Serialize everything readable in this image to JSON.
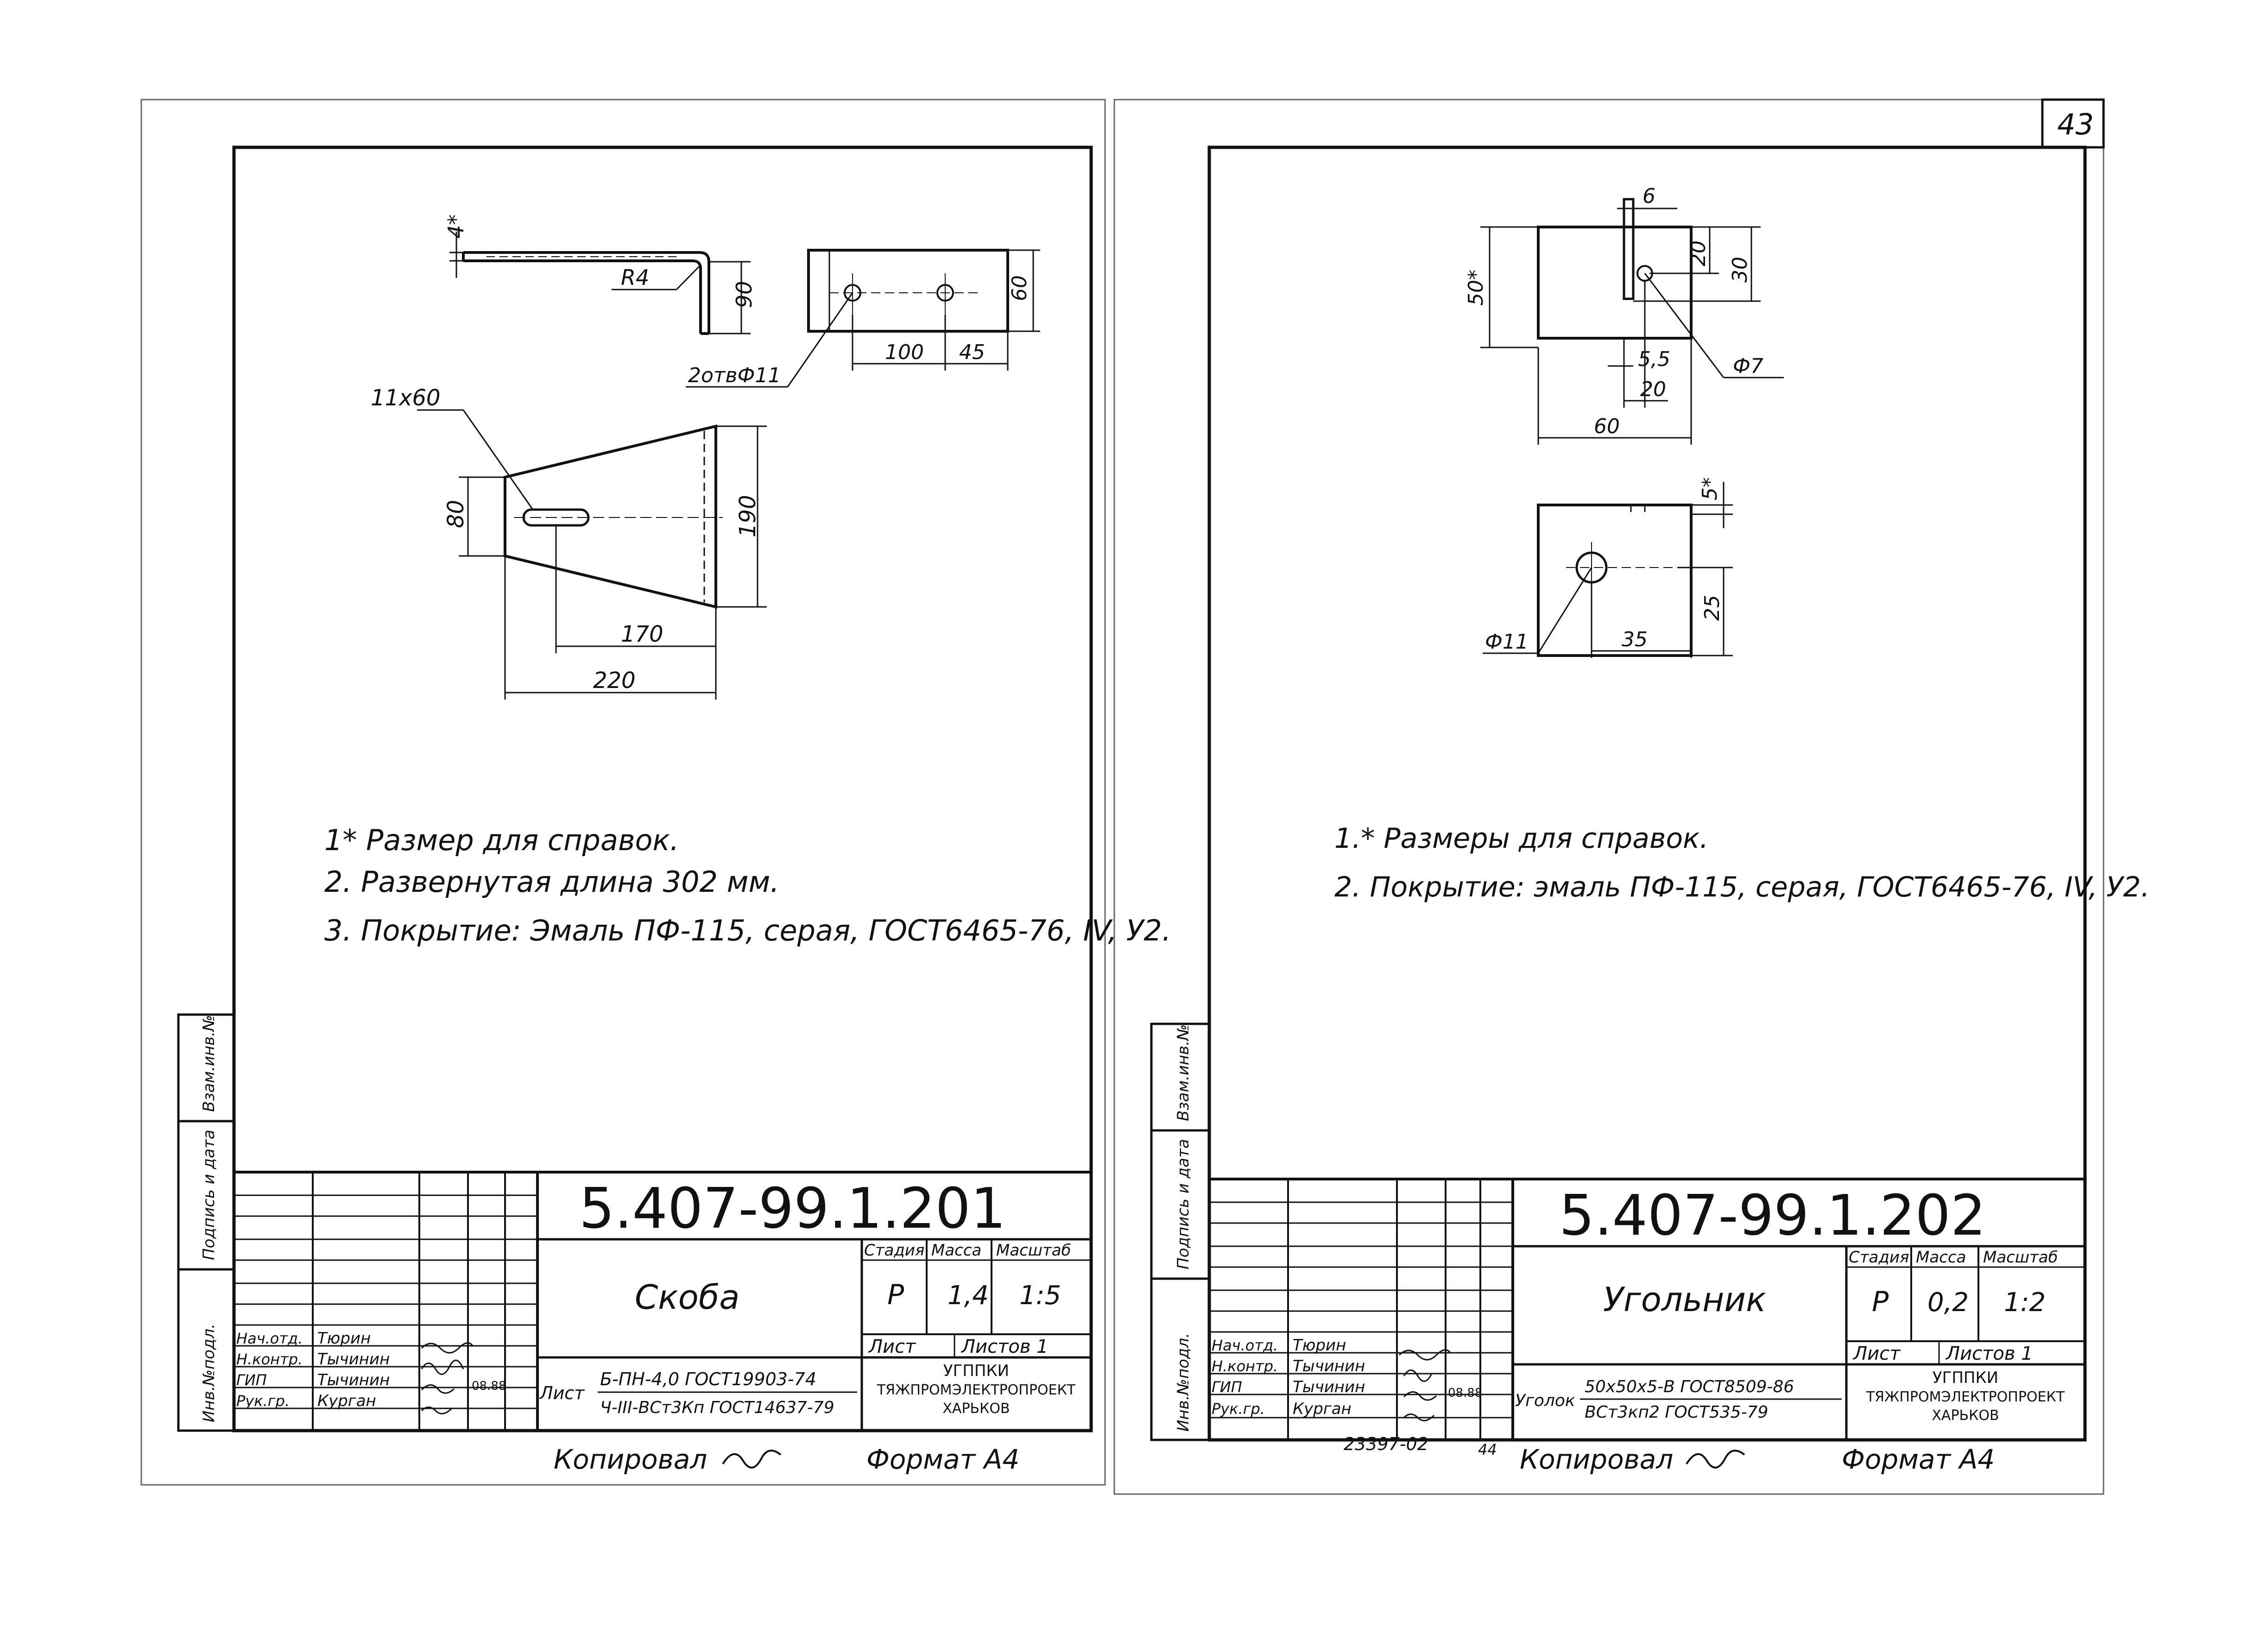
{
  "page_number": "43",
  "left": {
    "dims": {
      "d4": "4*",
      "r4": "R4",
      "d90": "90",
      "d60": "60",
      "d100": "100",
      "d45": "45",
      "holes": "2отвФ11",
      "slot": "11х60",
      "d80": "80",
      "d190": "190",
      "d170": "170",
      "d220": "220"
    },
    "notes": [
      "1* Размер для справок.",
      "2. Развернутая длина 302 мм.",
      "3. Покрытие: Эмаль ПФ-115, серая, ГОСТ6465-76, IV, У2."
    ],
    "side_labels": [
      "Инв.№подл.",
      "Подпись и дата",
      "Взам.инв.№"
    ],
    "title_block": {
      "code": "5.407-99.1.201",
      "name": "Скоба",
      "headers": [
        "Стадия",
        "Масса",
        "Масштаб"
      ],
      "values": [
        "Р",
        "1,4",
        "1:5"
      ],
      "sheet_label": "Лист",
      "sheets_label": "Листов 1",
      "staff": [
        {
          "role": "Нач.отд.",
          "name": "Тюрин"
        },
        {
          "role": "Н.контр.",
          "name": "Тычинин"
        },
        {
          "role": "ГИП",
          "name": "Тычинин"
        },
        {
          "role": "Рук.гр.",
          "name": "Курган"
        }
      ],
      "date": "08.88",
      "material_prefix": "Лист",
      "material_line1": "Б-ПН-4,0 ГОСТ19903-74",
      "material_line2": "Ч-III-ВСт3Кп ГОСТ14637-79",
      "org": [
        "УГППКИ",
        "ТЯЖПРОМЭЛЕКТРОПРОЕКТ",
        "ХАРЬКОВ"
      ]
    },
    "copied": "Копировал",
    "format": "Формат А4"
  },
  "right": {
    "dims": {
      "d6": "6",
      "d50": "50*",
      "d20": "20",
      "d30": "30",
      "d55": "5,5",
      "d20b": "20",
      "phi7": "Ф7",
      "d60": "60",
      "d5": "5*",
      "d25": "25",
      "d35": "35",
      "phi11": "Ф11"
    },
    "notes": [
      "1.* Размеры для справок.",
      "2. Покрытие: эмаль ПФ-115, серая, ГОСТ6465-76, IV, У2."
    ],
    "side_labels": [
      "Инв.№подл.",
      "Подпись и дата",
      "Взам.инв.№"
    ],
    "title_block": {
      "code": "5.407-99.1.202",
      "name": "Угольник",
      "headers": [
        "Стадия",
        "Масса",
        "Масштаб"
      ],
      "values": [
        "Р",
        "0,2",
        "1:2"
      ],
      "sheet_label": "Лист",
      "sheets_label": "Листов 1",
      "staff": [
        {
          "role": "Нач.отд.",
          "name": "Тюрин"
        },
        {
          "role": "Н.контр.",
          "name": "Тычинин"
        },
        {
          "role": "ГИП",
          "name": "Тычинин"
        },
        {
          "role": "Рук.гр.",
          "name": "Курган"
        }
      ],
      "date": "08.88",
      "material_prefix": "Уголок",
      "material_line1": "50х50х5-В ГОСТ8509-86",
      "material_line2": "ВСт3кп2 ГОСТ535-79",
      "org": [
        "УГППКИ",
        "ТЯЖПРОМЭЛЕКТРОПРОЕКТ",
        "ХАРЬКОВ"
      ]
    },
    "stamp_number": "23397-02",
    "stamp_page": "44",
    "copied": "Копировал",
    "format": "Формат А4"
  }
}
